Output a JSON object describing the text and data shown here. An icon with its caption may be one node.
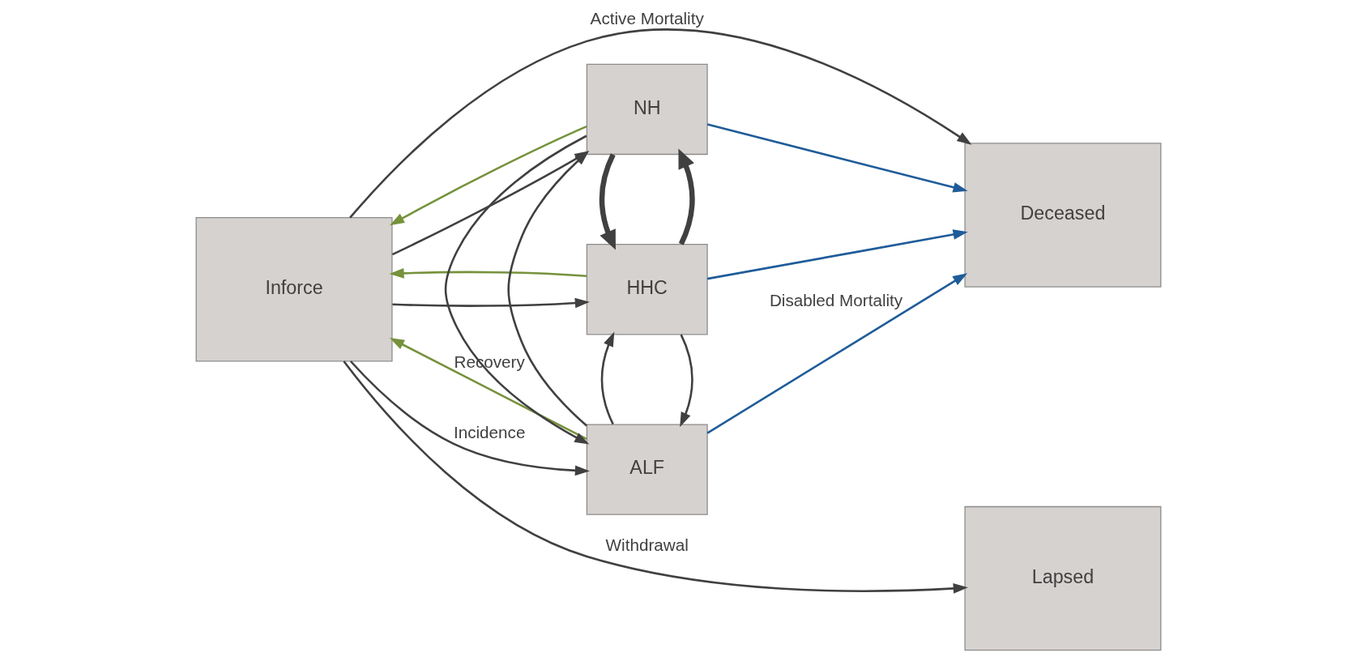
{
  "diagram": {
    "nodes": [
      {
        "text": [
          "Inforce"
        ]
      },
      {
        "text": [
          "HHC"
        ]
      },
      {
        "text": [
          "ALF"
        ]
      },
      {
        "text": [
          "NH"
        ]
      },
      {
        "text": [
          "Lapsed"
        ]
      },
      {
        "text": [
          "Deceased"
        ]
      }
    ],
    "edges": [
      {
        "from": 0,
        "to": 1,
        "arrow": "to"
      },
      {
        "from": 0,
        "to": 2,
        "arrow": "to",
        "label": "Incidence"
      },
      {
        "from": 0,
        "to": 3,
        "arrow": "to"
      },
      {
        "from": 1,
        "to": 0,
        "arrow": "to",
        "color": "#76923c"
      },
      {
        "from": 2,
        "to": 0,
        "arrow": "to",
        "color": "#76923c",
        "label": "Recovery"
      },
      {
        "from": 3,
        "to": 0,
        "arrow": "to",
        "color": "#76923c"
      },
      {
        "from": 0,
        "to": 4,
        "arrow": "to",
        "label": "Withdrawal"
      },
      {
        "from": 0,
        "to": 5,
        "arrow": "to",
        "label": "Active Mortality"
      },
      {
        "from": 1,
        "to": 5,
        "arrow": "to",
        "color": "#1f5c99"
      },
      {
        "from": 2,
        "to": 5,
        "arrow": "to",
        "color": "#1f5c99",
        "label": "Disabled Mortality"
      },
      {
        "from": 3,
        "to": 5,
        "arrow": "to",
        "color": "#1f5c99"
      },
      {
        "from": 1,
        "to": 2,
        "arrow": "to"
      },
      {
        "from": 2,
        "to": 1,
        "arrow": "to"
      },
      {
        "from": 2,
        "to": 3,
        "arrow": "to"
      },
      {
        "from": 3,
        "to": 2,
        "arrow": "to"
      },
      {
        "from": 1,
        "to": 3,
        "arrow": "to",
        "style": "thick"
      },
      {
        "from": 3,
        "to": 1,
        "arrow": "to",
        "style": "thick"
      }
    ]
  }
}
